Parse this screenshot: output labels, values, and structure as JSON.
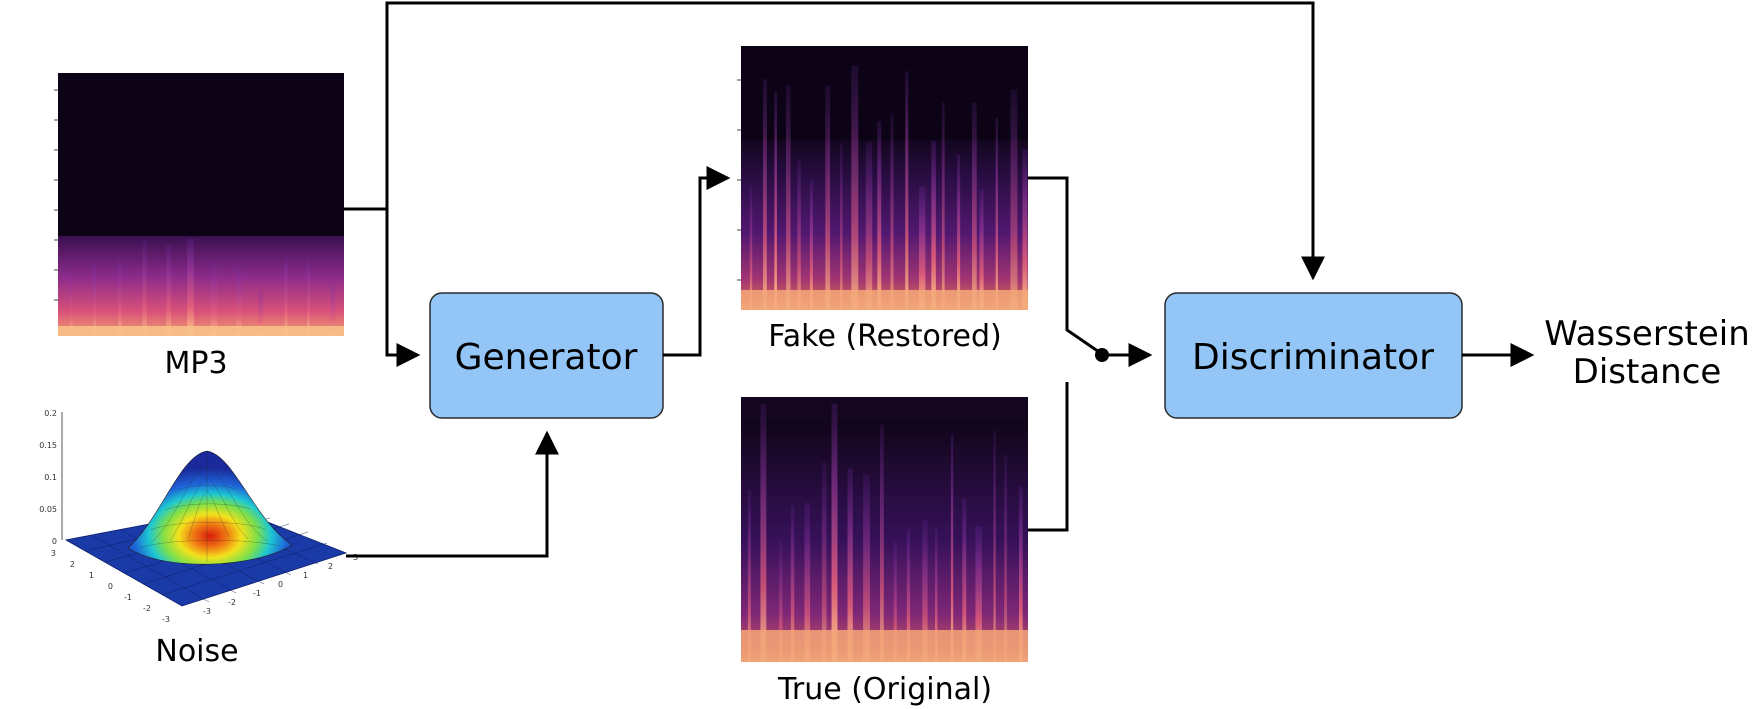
{
  "blocks": {
    "generator": "Generator",
    "discriminator": "Discriminator"
  },
  "captions": {
    "mp3": "MP3",
    "noise": "Noise",
    "fake": "Fake (Restored)",
    "true": "True (Original)"
  },
  "output": {
    "line1": "Wasserstein",
    "line2": "Distance"
  },
  "noise_plot": {
    "z_ticks": [
      "0.2",
      "0.15",
      "0.1",
      "0.05",
      "0"
    ],
    "x_ticks": [
      "3",
      "2",
      "1",
      "0",
      "-1",
      "-2",
      "-3"
    ],
    "y_ticks": [
      "-3",
      "-2",
      "-1",
      "0",
      "1",
      "2",
      "3"
    ]
  },
  "colors": {
    "block_fill": "#93c6f7",
    "block_stroke": "#2b2b2b",
    "spectrogram_background": "#0c0416",
    "arrow": "#000000"
  }
}
